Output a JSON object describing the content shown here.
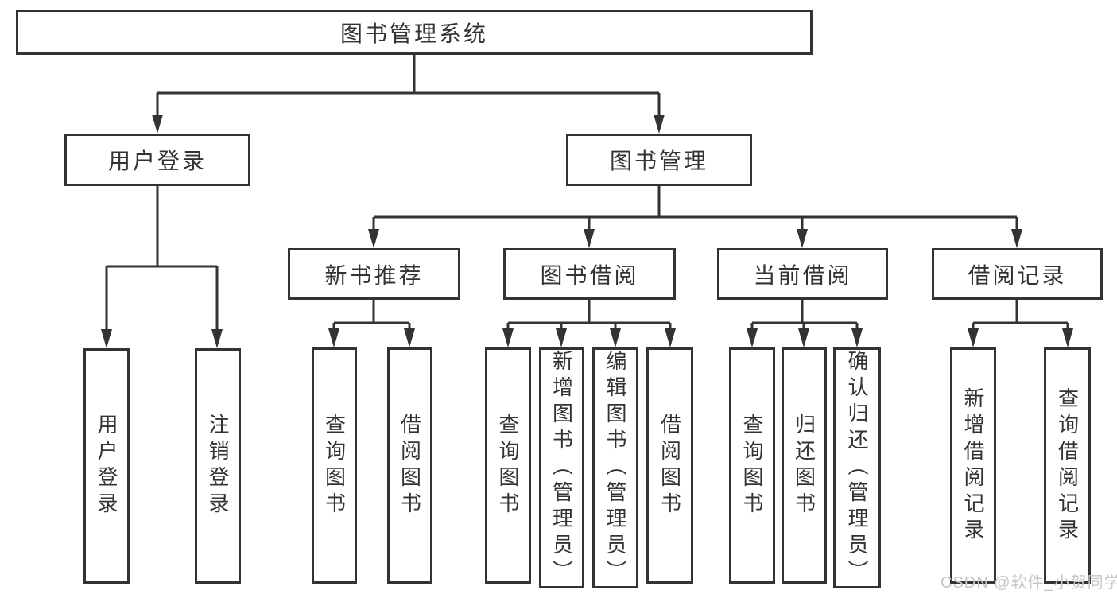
{
  "diagram": {
    "title": "图书管理系统",
    "branches": [
      {
        "label": "用户登录",
        "children": [
          {
            "label": "用户登录"
          },
          {
            "label": "注销登录"
          }
        ]
      },
      {
        "label": "图书管理",
        "children": [
          {
            "label": "新书推荐",
            "children": [
              {
                "label": "查询图书"
              },
              {
                "label": "借阅图书"
              }
            ]
          },
          {
            "label": "图书借阅",
            "children": [
              {
                "label": "查询图书"
              },
              {
                "label": "新增图书（管理员）"
              },
              {
                "label": "编辑图书（管理员）"
              },
              {
                "label": "借阅图书"
              }
            ]
          },
          {
            "label": "当前借阅",
            "children": [
              {
                "label": "查询图书"
              },
              {
                "label": "归还图书"
              },
              {
                "label": "确认归还（管理员）"
              }
            ]
          },
          {
            "label": "借阅记录",
            "children": [
              {
                "label": "新增借阅记录"
              },
              {
                "label": "查询借阅记录"
              }
            ]
          }
        ]
      }
    ],
    "line_color": "#333333"
  },
  "watermark": {
    "text": "CSDN @软件_小贺同学"
  }
}
